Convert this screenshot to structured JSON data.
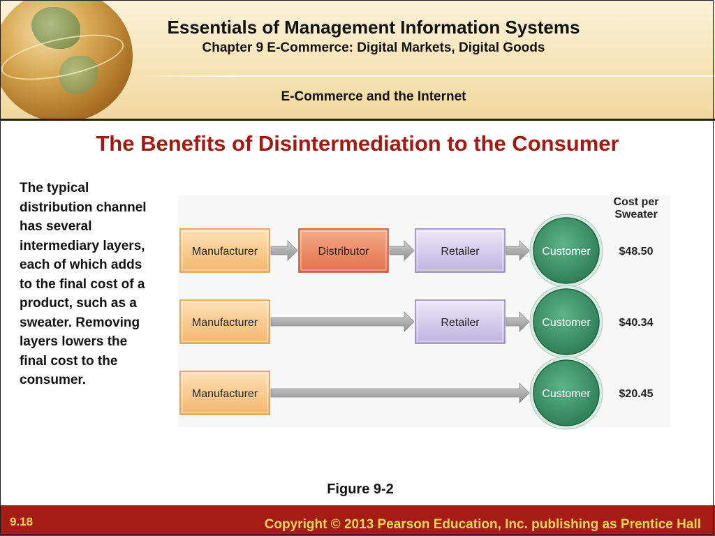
{
  "header": {
    "title": "Essentials of Management Information Systems",
    "subtitle": "Chapter 9 E-Commerce: Digital Markets, Digital Goods",
    "section": "E-Commerce and the Internet"
  },
  "slide": {
    "title": "The Benefits of Disintermediation to the Consumer",
    "body": "The typical distribution channel has several intermediary layers, each of which adds to the final cost of a product, such as a sweater. Removing layers lowers the final cost to the consumer."
  },
  "figure": {
    "column_header_line1": "Cost per",
    "column_header_line2": "Sweater",
    "rows": [
      {
        "nodes": [
          "Manufacturer",
          "Distributor",
          "Retailer",
          "Customer"
        ],
        "cost": "$48.50"
      },
      {
        "nodes": [
          "Manufacturer",
          "Retailer",
          "Customer"
        ],
        "cost": "$40.34"
      },
      {
        "nodes": [
          "Manufacturer",
          "Customer"
        ],
        "cost": "$20.45"
      }
    ],
    "caption": "Figure 9-2",
    "colors": {
      "manufacturer": "#f8c98a",
      "distributor": "#ee8a66",
      "retailer": "#d4cdec",
      "customer": "#3f9a6e",
      "arrow": "#a9a9a9"
    }
  },
  "footer": {
    "page": "9.18",
    "copyright": "Copyright © 2013 Pearson Education, Inc. publishing as Prentice Hall"
  }
}
